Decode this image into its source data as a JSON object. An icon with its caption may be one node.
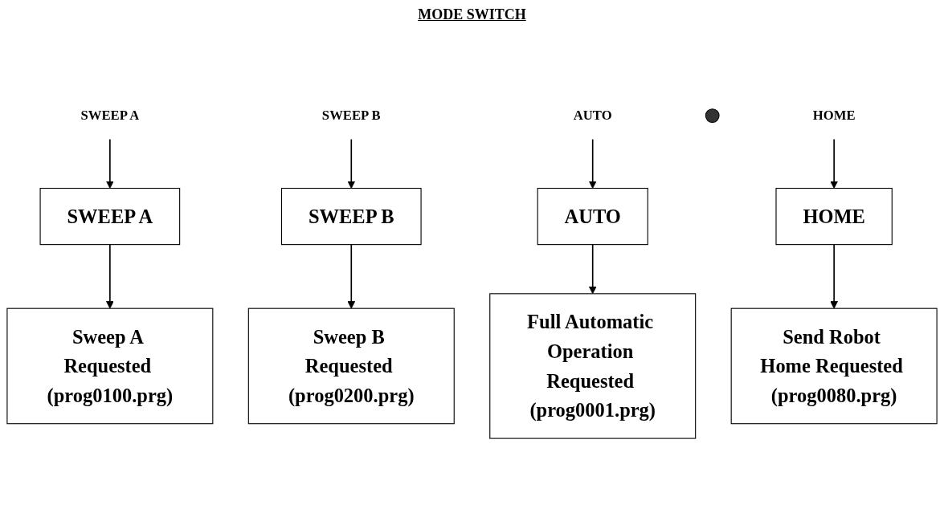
{
  "diagram": {
    "title": "MODE SWITCH",
    "nodes": [
      {
        "text": [
          "SWEEP A"
        ]
      },
      {
        "text": [
          "SWEEP B"
        ]
      },
      {
        "text": [
          "AUTO"
        ]
      },
      {
        "text": [],
        "shape": "circle"
      },
      {
        "text": [
          "HOME"
        ]
      },
      {
        "text": [
          "SWEEP A"
        ]
      },
      {
        "text": [
          "AUTO"
        ]
      },
      {
        "text": [
          "HOME"
        ]
      },
      {
        "text": [
          "SWEEP B"
        ]
      },
      {
        "text": [
          "Sweep A Requested (prog0100.prg)"
        ]
      },
      {
        "text": [
          "Full Automatic Operation Requested (prog0001.prg)"
        ]
      },
      {
        "text": [
          "Send Robot Home Requested (prog0080.prg)"
        ]
      },
      {
        "text": [
          "Sweep B Requested (prog0200.prg)"
        ]
      }
    ],
    "edges": [
      {
        "from": 0,
        "to": 5,
        "arrow": "to"
      },
      {
        "from": 2,
        "to": 6,
        "arrow": "to"
      },
      {
        "from": 4,
        "to": 7,
        "arrow": "to"
      },
      {
        "from": 1,
        "to": 8,
        "arrow": "to"
      },
      {
        "from": 5,
        "to": 9,
        "arrow": "to"
      },
      {
        "from": 6,
        "to": 10,
        "arrow": "to"
      },
      {
        "from": 7,
        "to": 11,
        "arrow": "to"
      },
      {
        "from": 8,
        "to": 12,
        "arrow": "to"
      }
    ]
  }
}
